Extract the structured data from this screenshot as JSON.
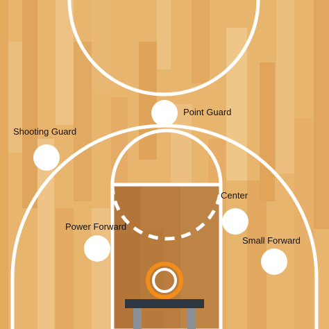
{
  "court": {
    "colors": {
      "wood_base": "#e8b56f",
      "lines": "#ffffff",
      "key": "#b97e3f",
      "rim": "#f28c1b",
      "backboard": "#2c3742",
      "support": "#8a9196"
    }
  },
  "positions": [
    {
      "id": "point-guard",
      "label": "Point Guard"
    },
    {
      "id": "shooting-guard",
      "label": "Shooting Guard"
    },
    {
      "id": "center",
      "label": "Center"
    },
    {
      "id": "power-forward",
      "label": "Power Forward"
    },
    {
      "id": "small-forward",
      "label": "Small Forward"
    }
  ]
}
